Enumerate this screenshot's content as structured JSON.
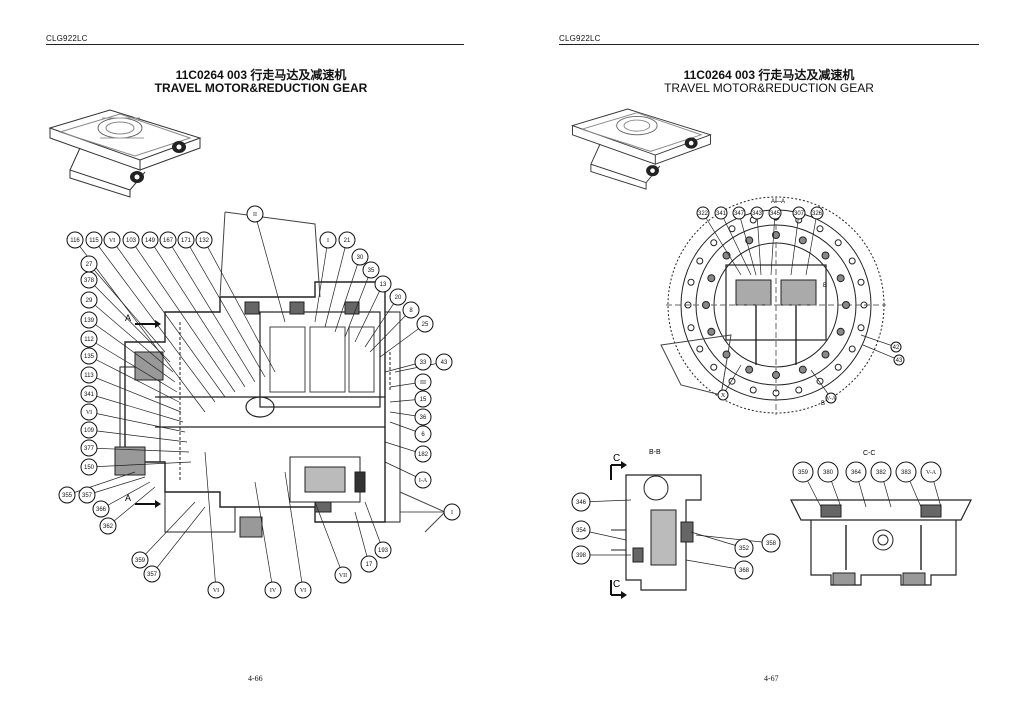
{
  "pages": [
    {
      "header": "CLG922LC",
      "title_cn": "11C0264 003  行走马达及减速机",
      "title_en": "TRAVEL MOTOR&REDUCTION GEAR",
      "page_number": "4-66",
      "section_marks": [
        "A",
        "A"
      ],
      "balloons": [
        "116",
        "115",
        "VI",
        "103",
        "149",
        "167",
        "171",
        "132",
        "II",
        "I",
        "21",
        "27",
        "378",
        "29",
        "139",
        "112",
        "135",
        "113",
        "341",
        "VI",
        "109",
        "377",
        "150",
        "30",
        "35",
        "13",
        "20",
        "8",
        "25",
        "33",
        "43",
        "III",
        "15",
        "36",
        "6",
        "182",
        "I-A",
        "I",
        "355",
        "357",
        "366",
        "362",
        "359",
        "357",
        "VI",
        "IV",
        "VI",
        "VII",
        "17",
        "193"
      ]
    },
    {
      "header": "CLG922LC",
      "title_cn": "11C0264 003  行走马达及减速机",
      "title_en": "TRAVEL MOTOR&REDUCTION GEAR",
      "page_number": "4-67",
      "view_labels": [
        "A—A",
        "B",
        "B",
        "B-B",
        "C-C",
        "C",
        "C"
      ],
      "top_balloons": [
        "322",
        "341",
        "347",
        "343",
        "345",
        "307",
        "326"
      ],
      "side_balloons": [
        "42",
        "43",
        "X",
        "V-A"
      ],
      "balloons_bb": [
        "346",
        "354",
        "398",
        "352",
        "358",
        "368"
      ],
      "balloons_cc": [
        "359",
        "380",
        "364",
        "382",
        "383",
        "V-A"
      ]
    }
  ]
}
